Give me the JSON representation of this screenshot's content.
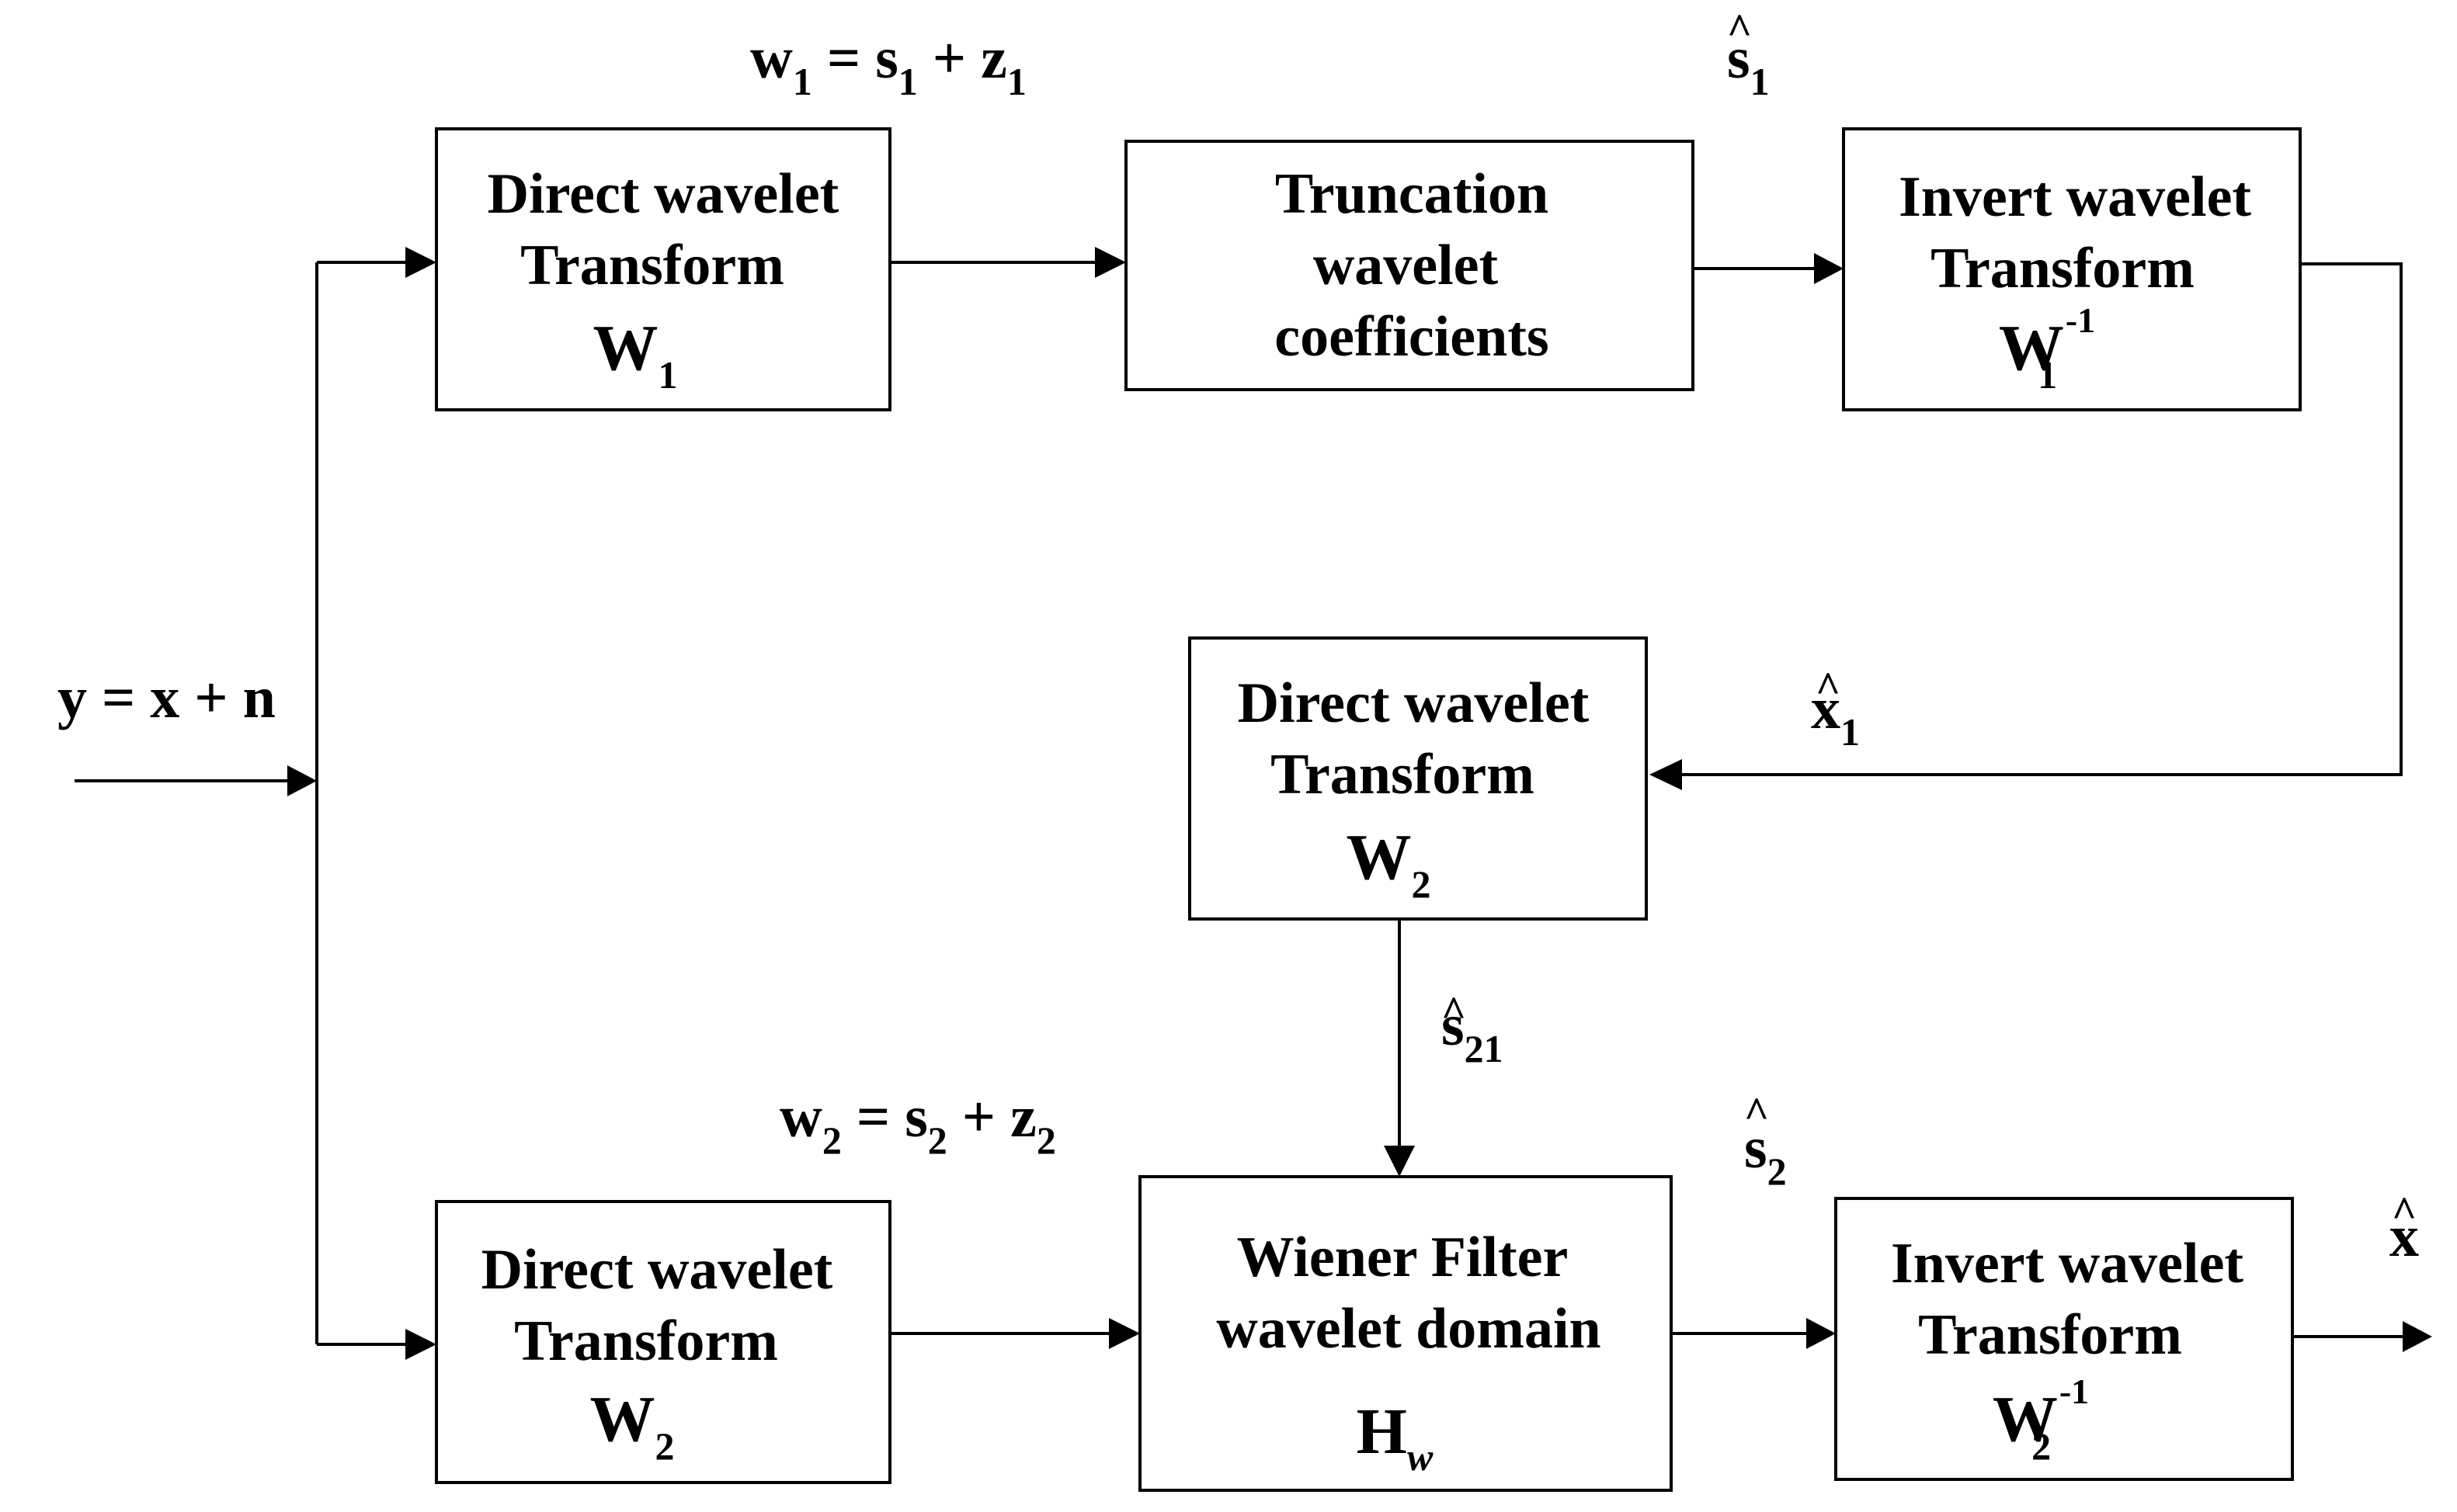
{
  "blocks": {
    "dwt1": {
      "line1": "Direct wavelet",
      "line2": "Transform",
      "symbol": "W",
      "sub": "1",
      "sup": ""
    },
    "truncation": {
      "line1": "Truncation",
      "line2": "wavelet",
      "line3": "coefficients"
    },
    "iwt1": {
      "line1": "Invert wavelet",
      "line2": "Transform",
      "symbol": "W",
      "sub": "1",
      "sup": "-1"
    },
    "dwt2_mid": {
      "line1": "Direct wavelet",
      "line2": "Transform",
      "symbol": "W",
      "sub": "2",
      "sup": ""
    },
    "dwt2_bottom": {
      "line1": "Direct wavelet",
      "line2": "Transform",
      "symbol": "W",
      "sub": "2",
      "sup": ""
    },
    "wiener": {
      "line1": "Wiener Filter",
      "line2": "wavelet domain",
      "symbol": "H",
      "sub": "w",
      "sup": ""
    },
    "iwt2": {
      "line1": "Invert wavelet",
      "line2": "Transform",
      "symbol": "W",
      "sub": "2",
      "sup": "-1"
    }
  },
  "signals": {
    "input": "y = x + n",
    "w1": {
      "w": "w",
      "w_sub": "1",
      "eq": " = ",
      "s": "s",
      "s_sub": "1",
      "plus": " + ",
      "z": "z",
      "z_sub": "1"
    },
    "w2": {
      "w": "w",
      "w_sub": "2",
      "eq": " = ",
      "s": "s",
      "s_sub": "2",
      "plus": " + ",
      "z": "z",
      "z_sub": "2"
    },
    "s1_hat": {
      "base": "s",
      "sub": "1",
      "hat": "^"
    },
    "x1_hat": {
      "base": "x",
      "sub": "1",
      "hat": "^"
    },
    "s21_hat": {
      "base": "s",
      "sub": "21",
      "hat": "^"
    },
    "s2_hat": {
      "base": "s",
      "sub": "2",
      "hat": "^"
    },
    "x_hat": {
      "base": "x",
      "hat": "^"
    }
  }
}
